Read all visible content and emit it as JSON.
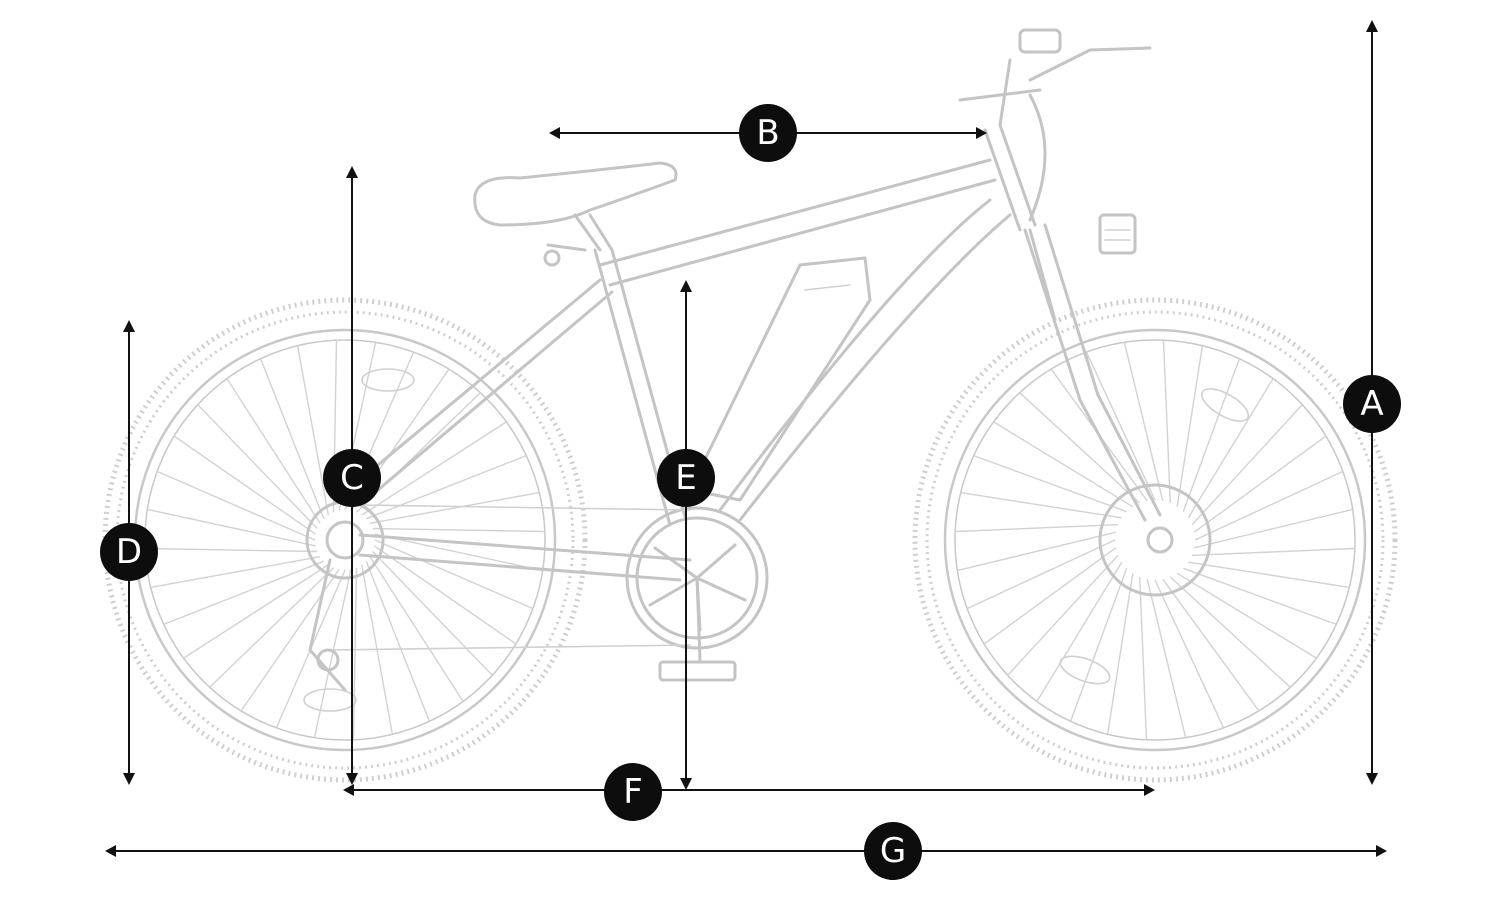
{
  "labels": {
    "A": "A",
    "B": "B",
    "C": "C",
    "D": "D",
    "E": "E",
    "F": "F",
    "G": "G"
  },
  "colors": {
    "dimension_line": "#111111",
    "badge_fill": "#0d0d0d",
    "badge_text": "#ffffff",
    "bike_outline": "#c4c4c4"
  }
}
